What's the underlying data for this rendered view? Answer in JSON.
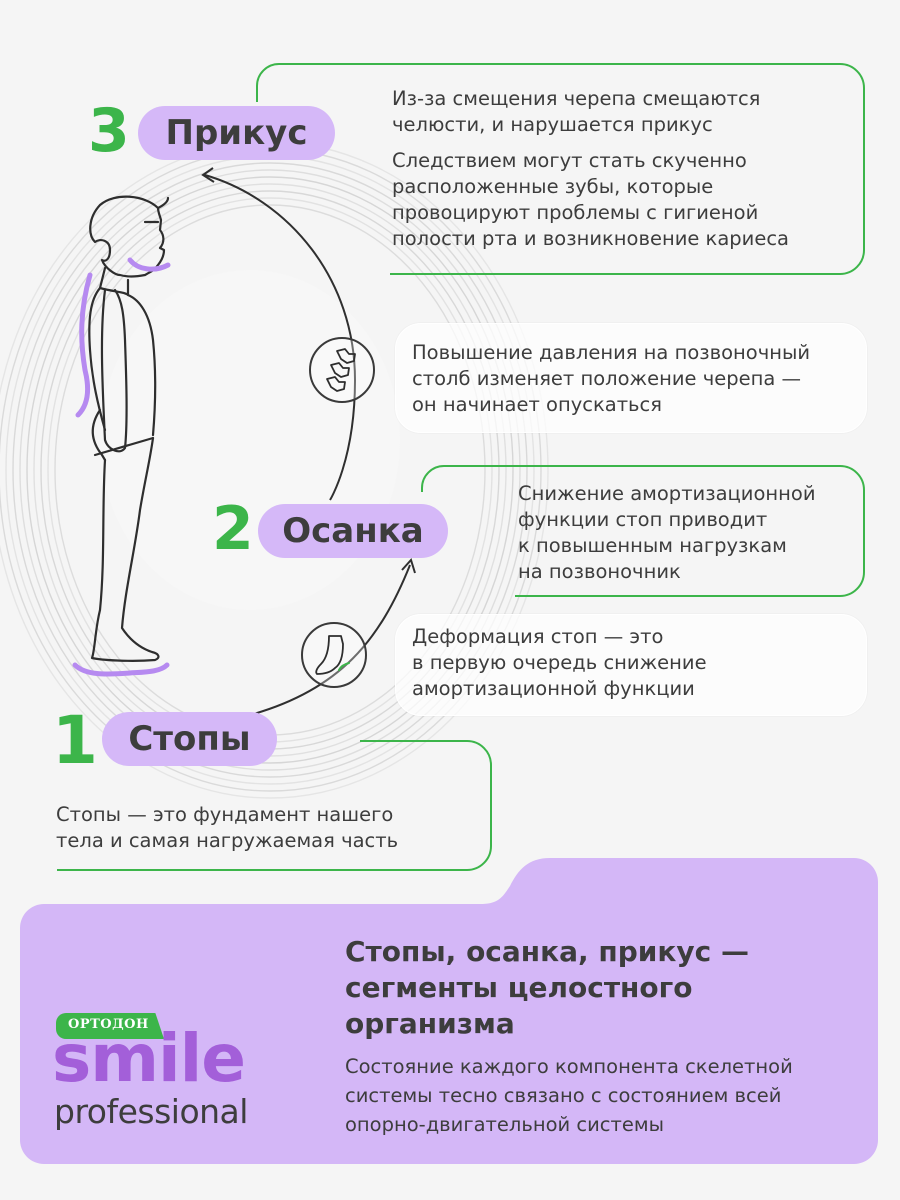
{
  "steps": [
    {
      "number": "3",
      "title": "Прикус",
      "paragraphs": [
        "Из-за смещения черепа смещаются челюсти, и нарушается прикус",
        "Следствием могут стать скученно расположенные зубы, которые провоцируют проблемы с гигиеной полости рта и возникновение кариеса"
      ],
      "lines": [
        "Из-за смещения черепа смещаются",
        "челюсти, и нарушается прикус",
        "Следствием могут стать скученно",
        "расположенные зубы, которые",
        "провоцируют проблемы с гигиеной",
        "полости рта и возникновение кариеса"
      ]
    },
    {
      "number": "2",
      "title": "Осанка",
      "lines": [
        "Снижение амортизационной",
        "функции стоп приводит",
        "к повышенным нагрузкам",
        "на позвоночник"
      ]
    },
    {
      "number": "1",
      "title": "Стопы",
      "lines": [
        "Стопы — это фундамент нашего",
        "тела и самая нагружаемая часть"
      ]
    }
  ],
  "transitions": [
    {
      "icon": "spine-vertebrae-icon",
      "lines": [
        "Повышение давления на позвоночный",
        "столб изменяет положение черепа —",
        "он начинает опускаться"
      ]
    },
    {
      "icon": "foot-arch-icon",
      "lines": [
        "Деформация стоп — это",
        "в первую очередь снижение",
        "амортизационной функции"
      ]
    }
  ],
  "summary": {
    "heading_lines": [
      "Стопы, осанка, прикус —",
      "сегменты целостного",
      "организма"
    ],
    "body_lines": [
      "Состояние каждого компонента скелетной",
      "системы тесно связано с состоянием всей",
      "опорно-двигательной системы"
    ]
  },
  "brand": {
    "badge": "ОРТОДОН",
    "name": "smile",
    "subname": "professional"
  },
  "colors": {
    "green": "#3cb54a",
    "purple_pill": "#d5b8f8",
    "purple_panel": "#d4b7f7",
    "brand_purple": "#a35fd9",
    "text": "#3d3d3d",
    "background": "#f5f5f5"
  }
}
